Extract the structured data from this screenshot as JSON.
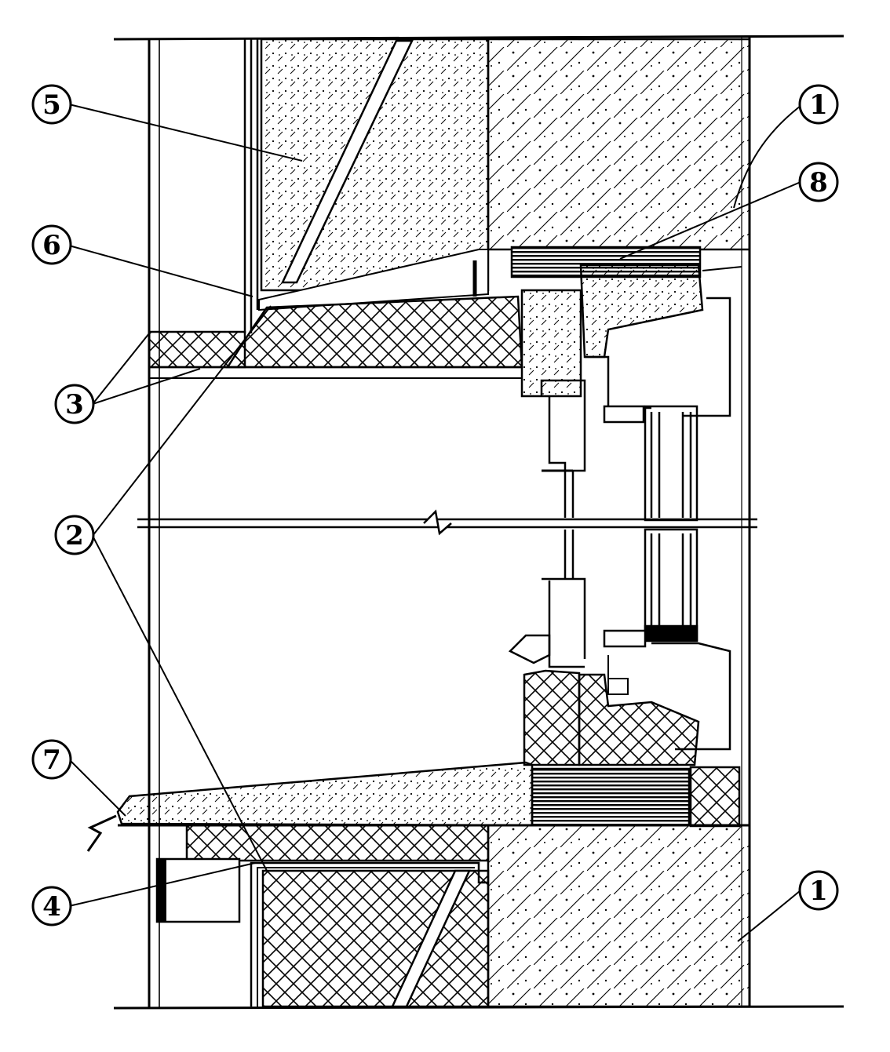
{
  "diagram": {
    "callouts": [
      {
        "id": "c1-top",
        "label": "1"
      },
      {
        "id": "c8",
        "label": "8"
      },
      {
        "id": "c5",
        "label": "5"
      },
      {
        "id": "c6",
        "label": "6"
      },
      {
        "id": "c3",
        "label": "3"
      },
      {
        "id": "c2",
        "label": "2"
      },
      {
        "id": "c7",
        "label": "7"
      },
      {
        "id": "c4",
        "label": "4"
      },
      {
        "id": "c1-bottom",
        "label": "1"
      }
    ],
    "colors": {
      "ink": "#000000",
      "paper": "#ffffff"
    }
  }
}
